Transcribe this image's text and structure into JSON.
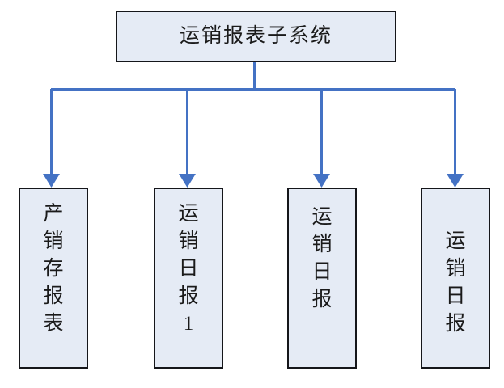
{
  "diagram": {
    "type": "hierarchy-tree",
    "orientation": "top-down",
    "root": {
      "id": "root",
      "label": "运销报表子系统"
    },
    "children": [
      {
        "id": "child-1",
        "label": "产销存报表"
      },
      {
        "id": "child-2",
        "label": "运销日报1"
      },
      {
        "id": "child-3",
        "label": "运销日报"
      },
      {
        "id": "child-4",
        "label": "运销日报"
      }
    ],
    "colors": {
      "box_fill": "#e5ebf5",
      "box_border": "#15161a",
      "connector": "#4472c4",
      "text": "#1a1a1a",
      "background": "#ffffff"
    }
  }
}
